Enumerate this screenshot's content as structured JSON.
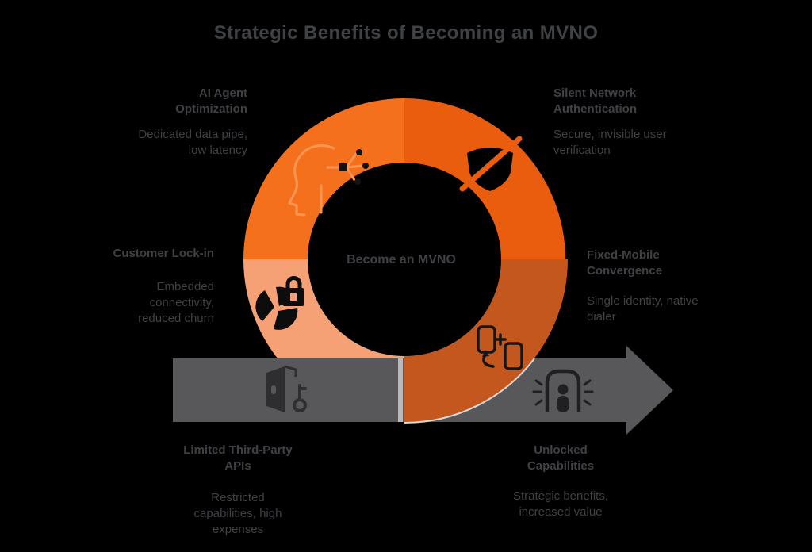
{
  "title": "Strategic Benefits of Becoming an MVNO",
  "donut": {
    "center_label": "Become an MVNO",
    "segments": [
      {
        "name": "ai-agent-optimization",
        "color": "#F4701D",
        "icon": "ai-head-icon"
      },
      {
        "name": "silent-network-authentication",
        "color": "#EB5D0E",
        "icon": "shield-slash-icon"
      },
      {
        "name": "customer-lock-in",
        "color": "#F6A175",
        "icon": "pie-lock-icon"
      },
      {
        "name": "fixed-mobile-convergence",
        "color": "#C4571D",
        "icon": "phone-sync-icon"
      }
    ]
  },
  "arrow": {
    "color": "#58585B",
    "from_icon": "door-key-icon",
    "to_icon": "person-door-icon"
  },
  "callouts": [
    {
      "id": "ai-agent-optimization",
      "heading": "AI Agent\nOptimization",
      "body": "Dedicated data pipe,\nlow latency"
    },
    {
      "id": "silent-network-authentication",
      "heading": "Silent Network\nAuthentication",
      "body": "Secure, invisible user\nverification"
    },
    {
      "id": "customer-lock-in",
      "heading": "Customer Lock-in",
      "body": "Embedded\nconnectivity,\nreduced churn"
    },
    {
      "id": "fixed-mobile-convergence",
      "heading": "Fixed-Mobile\nConvergence",
      "body": "Single identity, native\ndialer"
    },
    {
      "id": "limited-third-party-apis",
      "heading": "Limited Third-Party\nAPIs",
      "body": "Restricted\ncapabilities, high\nexpenses"
    },
    {
      "id": "unlocked-capabilities",
      "heading": "Unlocked\nCapabilities",
      "body": "Strategic benefits,\nincreased value"
    }
  ],
  "colors": {
    "background": "#000000",
    "text": "#3F4145",
    "arrow": "#58585B",
    "segment_top_left": "#F4701D",
    "segment_top_right": "#EB5D0E",
    "segment_bottom_left": "#F6A175",
    "segment_bottom_right": "#C4571D"
  }
}
